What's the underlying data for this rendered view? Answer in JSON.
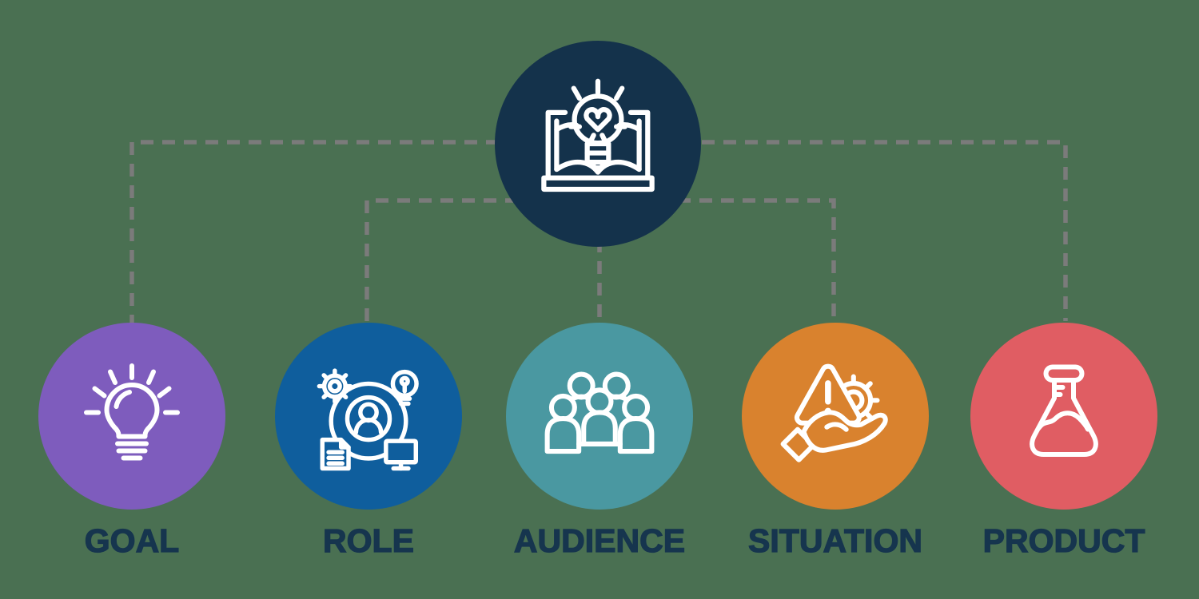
{
  "diagram": {
    "background_color": "#4a7052",
    "connector_color": "#7b7b7b",
    "label_color": "#16354e",
    "center_node": {
      "icon": "book-lightbulb-icon",
      "color": "#14324b"
    },
    "nodes": [
      {
        "id": "goal",
        "label": "GOAL",
        "color": "#7e5cbd",
        "icon": "lightbulb-rays-icon"
      },
      {
        "id": "role",
        "label": "ROLE",
        "color": "#0f5e9d",
        "icon": "person-gear-bulb-doc-monitor-icon"
      },
      {
        "id": "audience",
        "label": "AUDIENCE",
        "color": "#4a98a1",
        "icon": "people-group-icon"
      },
      {
        "id": "situation",
        "label": "SITUATION",
        "color": "#d9822e",
        "icon": "hand-warning-gear-icon"
      },
      {
        "id": "product",
        "label": "PRODUCT",
        "color": "#e05d63",
        "icon": "flask-icon"
      }
    ]
  }
}
